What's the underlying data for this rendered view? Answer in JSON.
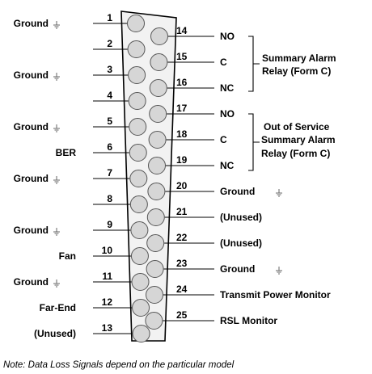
{
  "left_pins": [
    {
      "num": "1",
      "label": "Ground",
      "ground": true
    },
    {
      "num": "2",
      "label": "",
      "ground": false
    },
    {
      "num": "3",
      "label": "Ground",
      "ground": true
    },
    {
      "num": "4",
      "label": "",
      "ground": false
    },
    {
      "num": "5",
      "label": "Ground",
      "ground": true
    },
    {
      "num": "6",
      "label": "BER",
      "ground": false
    },
    {
      "num": "7",
      "label": "Ground",
      "ground": true
    },
    {
      "num": "8",
      "label": "",
      "ground": false
    },
    {
      "num": "9",
      "label": "Ground",
      "ground": true
    },
    {
      "num": "10",
      "label": "Fan",
      "ground": false
    },
    {
      "num": "11",
      "label": "Ground",
      "ground": true
    },
    {
      "num": "12",
      "label": "Far-End",
      "ground": false
    },
    {
      "num": "13",
      "label": "(Unused)",
      "ground": false
    }
  ],
  "right_pins": [
    {
      "num": "14",
      "label": "NO",
      "ground": false
    },
    {
      "num": "15",
      "label": "C",
      "ground": false
    },
    {
      "num": "16",
      "label": "NC",
      "ground": false
    },
    {
      "num": "17",
      "label": "NO",
      "ground": false
    },
    {
      "num": "18",
      "label": "C",
      "ground": false
    },
    {
      "num": "19",
      "label": "NC",
      "ground": false
    },
    {
      "num": "20",
      "label": "Ground",
      "ground": true
    },
    {
      "num": "21",
      "label": "(Unused)",
      "ground": false
    },
    {
      "num": "22",
      "label": "(Unused)",
      "ground": false
    },
    {
      "num": "23",
      "label": "Ground",
      "ground": true
    },
    {
      "num": "24",
      "label": "Transmit Power Monitor",
      "ground": false
    },
    {
      "num": "25",
      "label": "RSL Monitor",
      "ground": false
    }
  ],
  "groups": [
    {
      "lines": [
        "Summary Alarm",
        "Relay (Form C)"
      ]
    },
    {
      "lines": [
        "Out of Service",
        "Summary Alarm",
        "Relay (Form C)"
      ]
    }
  ],
  "note": "Note: Data Loss Signals depend on the particular model"
}
